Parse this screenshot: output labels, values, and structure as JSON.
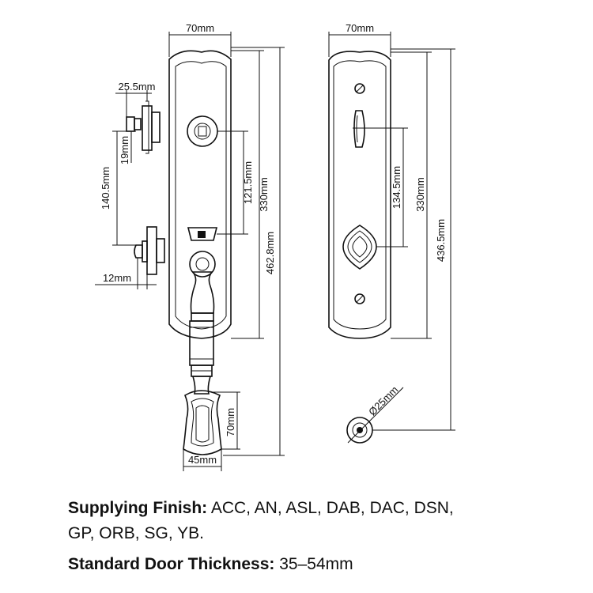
{
  "dimensions": {
    "left_width": "70mm",
    "right_width": "70mm",
    "deadbolt_projection": "25.5mm",
    "deadbolt_height": "19mm",
    "bolt_spacing": "140.5mm",
    "latch_height": "12mm",
    "left_inner_spacing": "121.5mm",
    "left_plate_height": "330mm",
    "left_overall_height": "462.8mm",
    "grip_height": "70mm",
    "grip_width": "45mm",
    "right_inner_spacing": "134.5mm",
    "right_plate_height": "330mm",
    "right_overall_height": "436.5mm",
    "rosette_diameter": "Ø25mm"
  },
  "specs": {
    "finish_label": "Supplying Finish:",
    "finish_value_line1": " ACC, AN, ASL, DAB, DAC, DSN,",
    "finish_value_line2": "GP, ORB, SG, YB.",
    "thickness_label": "Standard Door Thickness:",
    "thickness_value": " 35–54mm"
  }
}
